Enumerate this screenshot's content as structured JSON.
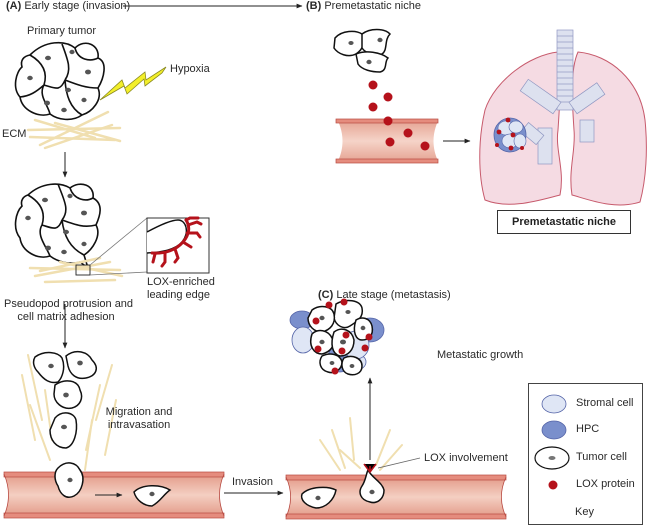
{
  "panels": {
    "a": {
      "letter": "(A)",
      "title": "Early stage (invasion)"
    },
    "b": {
      "letter": "(B)",
      "title": "Premetastatic niche"
    },
    "c": {
      "letter": "(C)",
      "title": "Late stage (metastasis)"
    }
  },
  "labels": {
    "primary_tumor": "Primary tumor",
    "hypoxia": "Hypoxia",
    "ecm": "ECM",
    "lox_enriched_line1": "LOX-enriched",
    "lox_enriched_line2": "leading edge",
    "pseudopod_line1": "Pseudopod protrusion and",
    "pseudopod_line2": "cell matrix adhesion",
    "migration_line1": "Migration and",
    "migration_line2": "intravasation",
    "invasion": "Invasion",
    "lox_involvement": "LOX involvement",
    "metastatic_growth": "Metastatic growth",
    "premetastatic_niche_box": "Premetastatic niche"
  },
  "key": {
    "title": "Key",
    "items": [
      {
        "label": "Stromal cell",
        "icon": "stromal-cell-icon",
        "color": "#dfe6f5"
      },
      {
        "label": "HPC",
        "icon": "hpc-icon",
        "color": "#7a8fcc"
      },
      {
        "label": "Tumor cell",
        "icon": "tumor-cell-icon",
        "color": "#ffffff"
      },
      {
        "label": "LOX protein",
        "icon": "lox-protein-icon",
        "color": "#b5121b"
      }
    ]
  },
  "colors": {
    "lox_red": "#b5121b",
    "ecm_fiber": "#f0dfb0",
    "vessel": "#e9a89a",
    "lung": "#f5dbe3",
    "trachea": "#dde1ef",
    "hpc_blue": "#7a8fcc",
    "stromal_blue": "#dfe6f5",
    "hypoxia_yellow": "#f3ef2a"
  }
}
